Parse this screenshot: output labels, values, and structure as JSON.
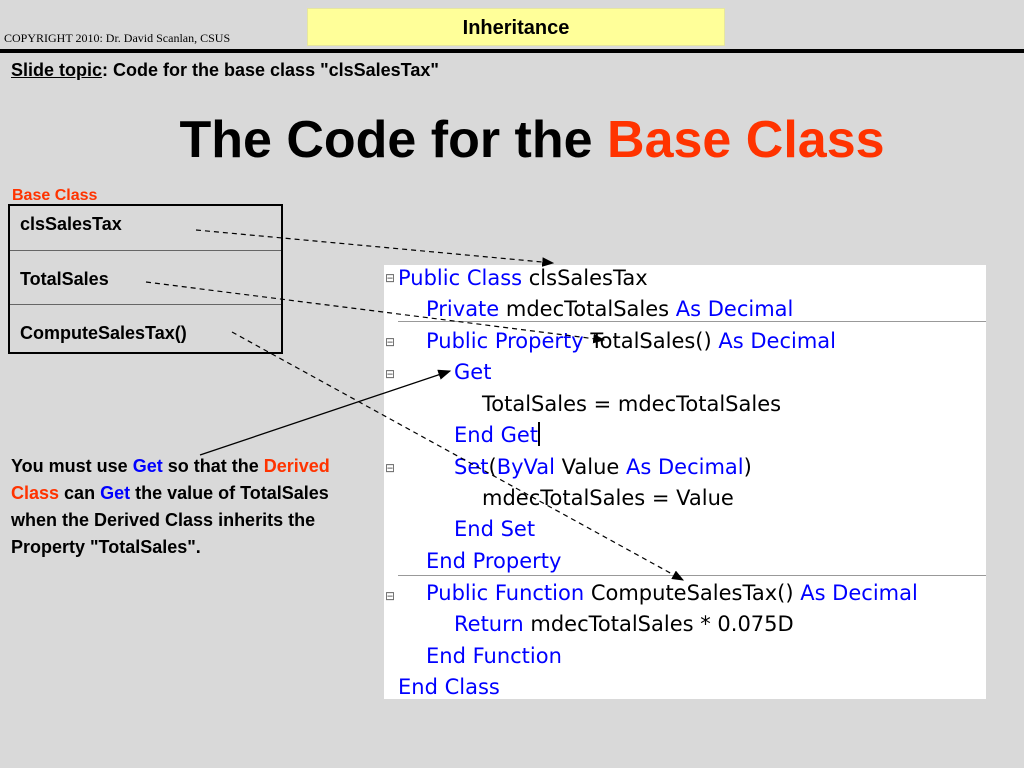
{
  "header": {
    "copyright": "COPYRIGHT 2010: Dr. David Scanlan, CSUS",
    "banner": "Inheritance"
  },
  "slide_topic": {
    "label": "Slide topic",
    "text": ": Code for the base class \"clsSalesTax\""
  },
  "title": {
    "part1": "The Code for the ",
    "part2": "Base Class"
  },
  "uml": {
    "caption": "Base Class",
    "class_name": "clsSalesTax",
    "property": "TotalSales",
    "method": "ComputeSalesTax()"
  },
  "note": {
    "t1": "You must use ",
    "get1": "Get",
    "t2": " so that the ",
    "derived": "Derived Class",
    "t3": " can ",
    "get2": "Get",
    "t4": " the value of TotalSales when the Derived Class inherits the Property \"TotalSales\"."
  },
  "code": {
    "l1_kw": "Public Class",
    "l1_id": " clsSalesTax",
    "l2_kw1": "Private",
    "l2_id": " mdecTotalSales ",
    "l2_kw2": "As Decimal",
    "l3_kw1": "Public Property",
    "l3_id": " TotalSales() ",
    "l3_kw2": "As Decimal",
    "l4_kw": "Get",
    "l5_text": "TotalSales = mdecTotalSales",
    "l6_kw": "End Get",
    "l7_kw1": "Set",
    "l7_p1": "(",
    "l7_kw2": "ByVal",
    "l7_id": " Value ",
    "l7_kw3": "As Decimal",
    "l7_p2": ")",
    "l8_text": "mdecTotalSales = Value",
    "l9_kw": "End Set",
    "l10_kw": "End Property",
    "l11_kw1": "Public Function",
    "l11_id": " ComputeSalesTax() ",
    "l11_kw2": "As Decimal",
    "l12_kw": "Return",
    "l12_id": " mdecTotalSales * 0.075D",
    "l13_kw": "End Function",
    "l14_kw": "End Class"
  },
  "colors": {
    "accent_red": "#ff3300",
    "keyword_blue": "#0000ff",
    "banner_yellow": "#ffff99"
  }
}
